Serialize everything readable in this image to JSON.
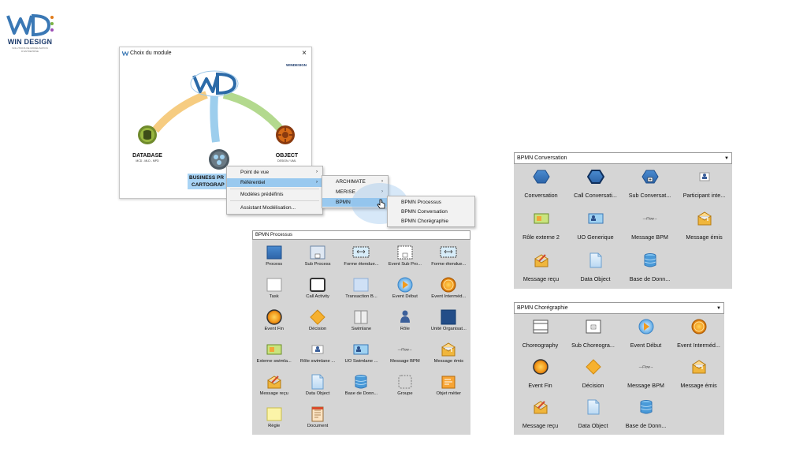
{
  "logo": {
    "brand": "WIN DESIGN",
    "tagline": "SOLUTIONS DE MODÉLISATION D'ENTREPRISE"
  },
  "dialog": {
    "title": "Choix du module",
    "close": "×",
    "brandmark": "WINDESIGN",
    "modules": [
      {
        "label": "DATABASE",
        "sub": "MCD - MLD - MPD"
      },
      {
        "label": "BUSINESS PR",
        "sub": "CARTOGRAP"
      },
      {
        "label": "OBJECT",
        "sub": "DESIGN / UML"
      }
    ]
  },
  "context_menu": {
    "items": [
      "Point de vue",
      "Référentiel",
      "Modèles prédéfinis",
      "Assistant Modélisation..."
    ],
    "highlighted": "Référentiel"
  },
  "submenu_referentiel": {
    "items": [
      "ARCHIMATE",
      "MERISE",
      "BPMN"
    ],
    "highlighted": "BPMN"
  },
  "submenu_bpmn": {
    "items": [
      "BPMN Processus",
      "BPMN Conversation",
      "BPMN Chorégraphie"
    ]
  },
  "palette_processus": {
    "title": "BPMN Processus",
    "items": [
      "Process",
      "Sub Process",
      "Forme étendue...",
      "Event Sub Pro...",
      "Forme étendue...",
      "Task",
      "Call Activity",
      "Transaction B...",
      "Event Début",
      "Event Interméd...",
      "Event Fin",
      "Décision",
      "Swimlane",
      "Rôle",
      "Unité Organisat...",
      "Externe swimla...",
      "Rôle swimlane ...",
      "UO Swimlane ...",
      "Message BPM",
      "Message émis",
      "Message reçu",
      "Data Object",
      "Base de Donn...",
      "Groupe",
      "Objet métier",
      "Règle",
      "Document"
    ]
  },
  "palette_conversation": {
    "title": "BPMN Conversation",
    "items": [
      "Conversation",
      "Call Conversati...",
      "Sub Conversat...",
      "Participant inte...",
      "Rôle externe 2",
      "UO Generique",
      "Message BPM",
      "Message émis",
      "Message reçu",
      "Data Object",
      "Base de Donn..."
    ]
  },
  "palette_choregraphie": {
    "title": "BPMN Chorégraphie",
    "items": [
      "Choreography",
      "Sub Choreogra...",
      "Event Début",
      "Event Interméd...",
      "Event Fin",
      "Décision",
      "Message BPM",
      "Message émis",
      "Message reçu",
      "Data Object",
      "Base de Donn..."
    ]
  },
  "flow_label": "Flow",
  "icons": [
    "process-icon",
    "sub-process-icon",
    "extended-shape-icon",
    "event-subprocess-icon",
    "task-icon",
    "call-activity-icon",
    "transaction-icon",
    "start-event-icon",
    "intermediate-event-icon",
    "end-event-icon",
    "gateway-icon",
    "swimlane-icon",
    "role-icon",
    "org-unit-icon",
    "external-swimlane-icon",
    "role-swimlane-icon",
    "uo-swimlane-icon",
    "message-flow-icon",
    "message-sent-icon",
    "message-received-icon",
    "data-object-icon",
    "database-icon",
    "group-icon",
    "business-object-icon",
    "rule-icon",
    "document-icon",
    "conversation-icon",
    "call-conversation-icon",
    "sub-conversation-icon",
    "participant-icon",
    "choreography-icon",
    "sub-choreography-icon"
  ]
}
